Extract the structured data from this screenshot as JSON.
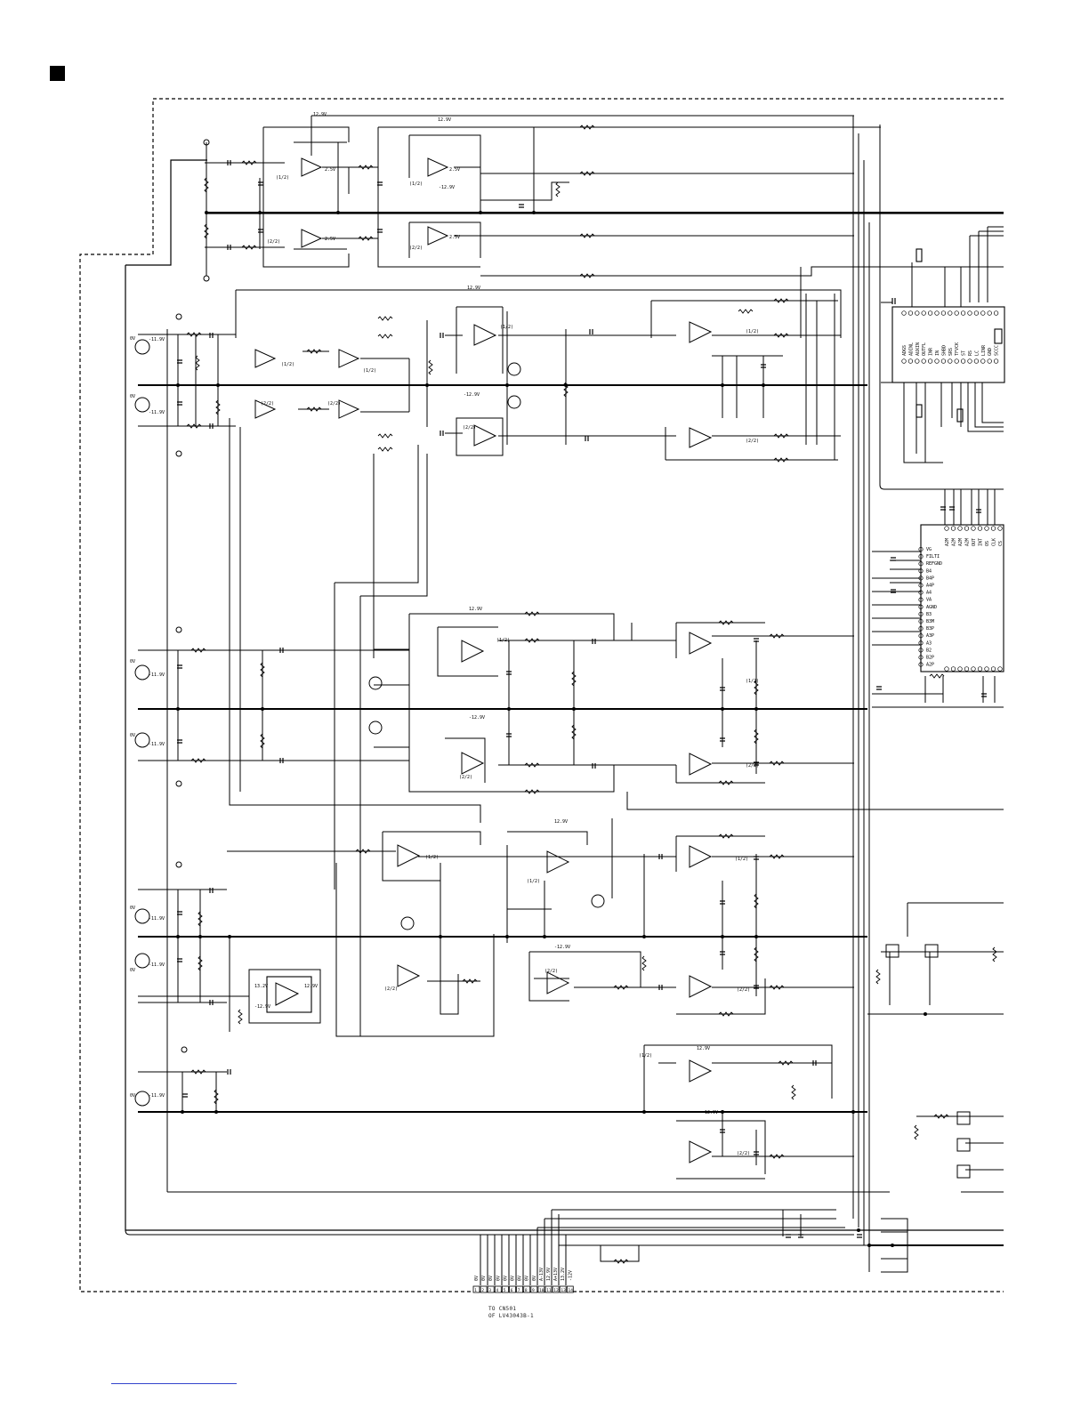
{
  "supply": {
    "pos_12_9": "12.9V",
    "neg_12_9": "-12.9V",
    "pos_13_2": "13.2V",
    "zero": "0V",
    "pos_2_5": "2.5V",
    "neg_11_9": "-11.9V"
  },
  "halves": {
    "first": "(1/2)",
    "second": "(2/2)"
  },
  "transistor_v": [
    "-11.9V",
    "-11.9V",
    "-11.9V",
    "-11.9V",
    "-11.9V",
    "-11.9V",
    "-11.9V"
  ],
  "ic_left_pins": [
    "VG",
    "FILTI",
    "REFGND",
    "B4",
    "B4P",
    "A4P",
    "A4",
    "VA",
    "AGND",
    "B3",
    "B3M",
    "B3P",
    "A3P",
    "A3",
    "B2",
    "B2P",
    "A2P"
  ],
  "ic_top_pins": [
    "ADGS",
    "ADINL",
    "AUXIN",
    "OUTFL",
    "INR",
    "IN",
    "SHBD",
    "SRS",
    "TFVCK",
    "ST",
    "RS",
    "LC",
    "LINR",
    "GND",
    "SCCC"
  ],
  "ic_bottom_pins": [
    "A2M",
    "A2M",
    "A2M",
    "A2M",
    "OUT",
    "INT",
    "OS",
    "CLK",
    "CS"
  ],
  "connector": {
    "pins": [
      "1",
      "2",
      "3",
      "4",
      "5",
      "6",
      "7",
      "8",
      "9",
      "10",
      "11",
      "12",
      "13",
      "14"
    ],
    "signals": [
      "0V",
      "0V",
      "0V",
      "0V",
      "0V",
      "0V",
      "0V",
      "0V",
      "0V",
      "A-13V",
      "12.9V",
      "A+13V",
      "13.2V",
      "-12V"
    ],
    "note_line1": "TO CN501",
    "note_line2": "OF LV43043B-1"
  }
}
